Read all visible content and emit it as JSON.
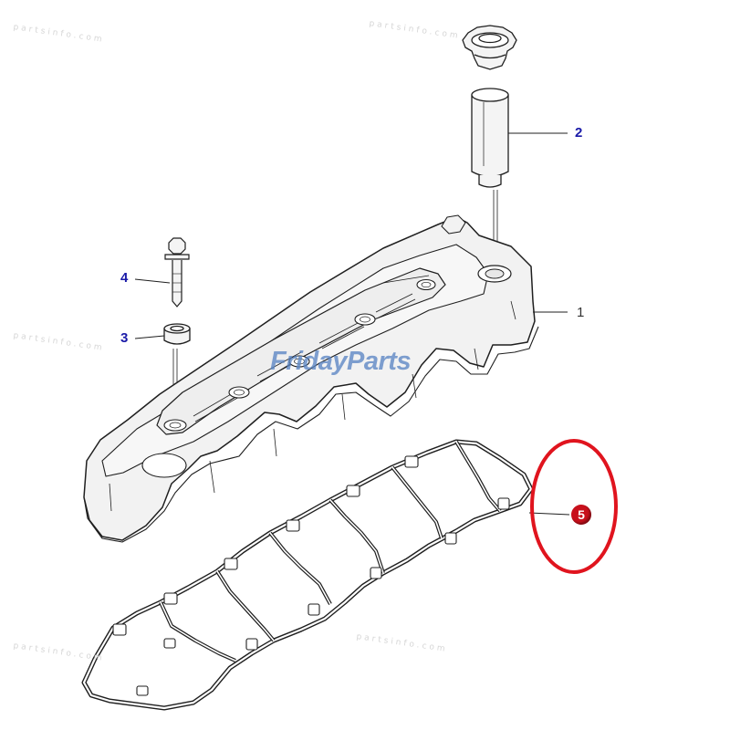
{
  "watermark": {
    "brand": "FridayParts",
    "faint_text": "partsinfo.com"
  },
  "callouts": [
    {
      "id": "part-1",
      "label": "1"
    },
    {
      "id": "part-2",
      "label": "2"
    },
    {
      "id": "part-3",
      "label": "3"
    },
    {
      "id": "part-4",
      "label": "4"
    },
    {
      "id": "part-5",
      "label": "5"
    }
  ],
  "colors": {
    "line": "#1f1f1f",
    "fill": "#f4f4f4",
    "callout_blue": "#1a1aa8",
    "highlight_ring": "#e0141e",
    "badge": "#c8101c",
    "brand_blue": "#5b86c4",
    "brand_accent": "#e5a21c"
  },
  "highlight": {
    "target": "part-5",
    "shape": "ellipse"
  }
}
